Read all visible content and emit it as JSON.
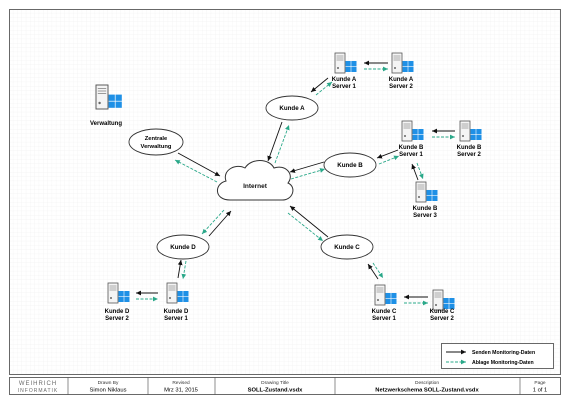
{
  "nodes": {
    "internet": "Internet",
    "zentrale": [
      "Zentrale",
      "Verwaltung"
    ],
    "kunde_a": "Kunde A",
    "kunde_b": "Kunde B",
    "kunde_c": "Kunde C",
    "kunde_d": "Kunde D"
  },
  "servers": {
    "verwaltung": [
      "Verwaltung"
    ],
    "a1": [
      "Kunde A",
      "Server 1"
    ],
    "a2": [
      "Kunde A",
      "Server 2"
    ],
    "b1": [
      "Kunde B",
      "Server 1"
    ],
    "b2": [
      "Kunde B",
      "Server 2"
    ],
    "b3": [
      "Kunde B",
      "Server 3"
    ],
    "c1": [
      "Kunde C",
      "Server 1"
    ],
    "c2": [
      "Kunde C",
      "Server 2"
    ],
    "d1": [
      "Kunde D",
      "Server 1"
    ],
    "d2": [
      "Kunde D",
      "Server 2"
    ]
  },
  "legend": {
    "send": "Senden Monitoring-Daten",
    "store": "Ablage Monitoring-Daten"
  },
  "colors": {
    "send": "#111111",
    "store": "#2aa889",
    "windows": "#1e90e6"
  },
  "title_block": {
    "logo": [
      "WEIHRICH",
      "INFORMATIK"
    ],
    "drawn_by": {
      "label": "Drawn By",
      "value": "Simon Niklaus"
    },
    "revised": {
      "label": "Revised",
      "value": "Mrz 31, 2015"
    },
    "drawing_title": {
      "label": "Drawing Title",
      "value": "SOLL-Zustand.vsdx"
    },
    "description": {
      "label": "Description",
      "value": "Netzwerkschema SOLL-Zustand.vsdx"
    },
    "page": {
      "label": "Page",
      "value": "1 of 1"
    }
  }
}
